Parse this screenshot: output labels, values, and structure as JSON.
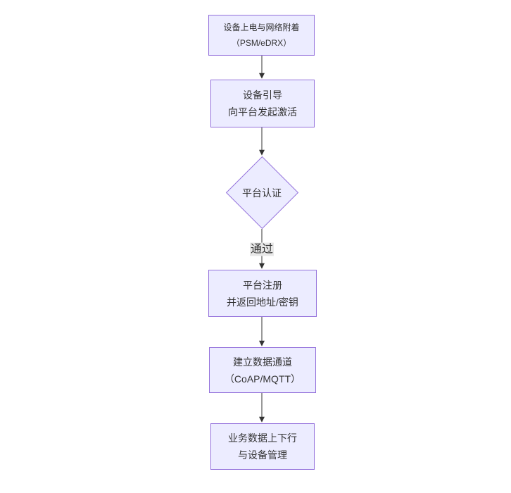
{
  "flow": {
    "type": "flowchart-top-down",
    "nodes": [
      {
        "id": "A",
        "shape": "rect",
        "lines": [
          "设备上电与网络附着",
          "（PSM/eDRX）"
        ]
      },
      {
        "id": "B",
        "shape": "rect",
        "lines": [
          "设备引导",
          "向平台发起激活"
        ]
      },
      {
        "id": "C",
        "shape": "diamond",
        "lines": [
          "平台认证"
        ]
      },
      {
        "id": "D",
        "shape": "rect",
        "lines": [
          "平台注册",
          "并返回地址/密钥"
        ]
      },
      {
        "id": "E",
        "shape": "rect",
        "lines": [
          "建立数据通道",
          "（CoAP/MQTT）"
        ]
      },
      {
        "id": "F",
        "shape": "rect",
        "lines": [
          "业务数据上下行",
          "与设备管理"
        ]
      }
    ],
    "edges": [
      {
        "from": "A",
        "to": "B",
        "label": ""
      },
      {
        "from": "B",
        "to": "C",
        "label": ""
      },
      {
        "from": "C",
        "to": "D",
        "label": "通过"
      },
      {
        "from": "D",
        "to": "E",
        "label": ""
      },
      {
        "from": "E",
        "to": "F",
        "label": ""
      }
    ],
    "colors": {
      "node_fill": "#ECECFF",
      "node_border": "#9370DB",
      "text": "#333333",
      "edge": "#333333",
      "edge_label_bg": "#e8e8e8",
      "background": "#ffffff"
    }
  }
}
